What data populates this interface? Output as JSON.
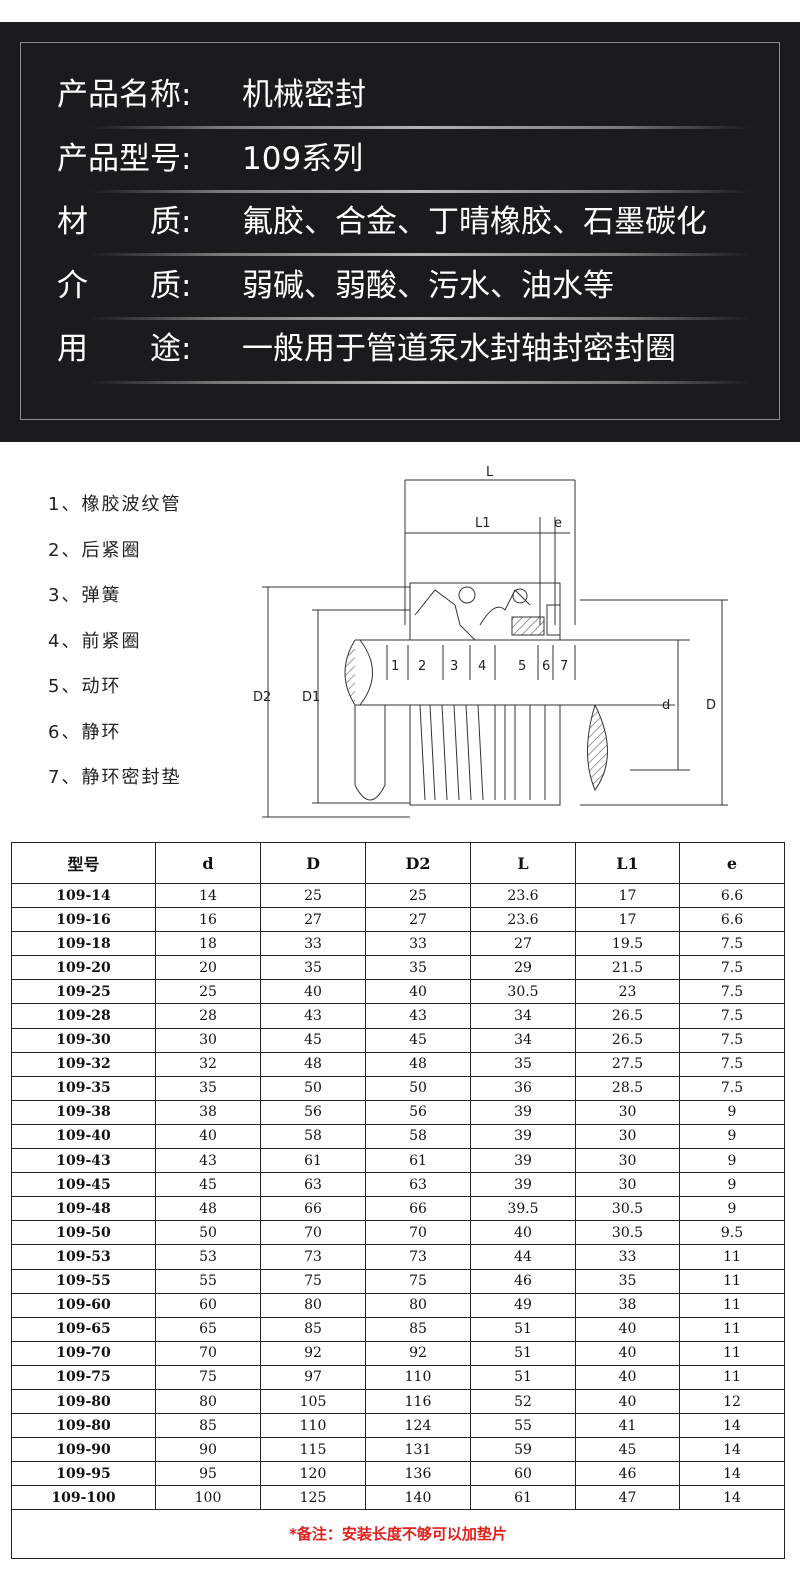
{
  "spec": {
    "rows": [
      {
        "key": "产品名称:",
        "value": "机械密封"
      },
      {
        "key": "产品型号:",
        "value": "109系列"
      },
      {
        "key": "材　　质:",
        "value": "氟胶、合金、丁晴橡胶、石墨碳化"
      },
      {
        "key": "介　　质:",
        "value": "弱碱、弱酸、污水、油水等"
      },
      {
        "key": "用　　途:",
        "value": "一般用于管道泵水封轴封密封圈"
      }
    ]
  },
  "legend": [
    "1、橡胶波纹管",
    "2、后紧圈",
    "3、弹簧",
    "4、前紧圈",
    "5、动环",
    "6、静环",
    "7、静环密封垫"
  ],
  "drawing": {
    "top_label": "L",
    "l1_label": "L1",
    "e_label": "e",
    "d2_label": "D2",
    "d1_label": "D1",
    "d_label": "d",
    "D_label": "D",
    "part_numbers": [
      "1",
      "2",
      "3",
      "4",
      "5",
      "6",
      "7"
    ]
  },
  "table": {
    "headers": [
      "型号",
      "d",
      "D",
      "D2",
      "L",
      "L1",
      "e"
    ],
    "rows": [
      [
        "109-14",
        "14",
        "25",
        "25",
        "23.6",
        "17",
        "6.6"
      ],
      [
        "109-16",
        "16",
        "27",
        "27",
        "23.6",
        "17",
        "6.6"
      ],
      [
        "109-18",
        "18",
        "33",
        "33",
        "27",
        "19.5",
        "7.5"
      ],
      [
        "109-20",
        "20",
        "35",
        "35",
        "29",
        "21.5",
        "7.5"
      ],
      [
        "109-25",
        "25",
        "40",
        "40",
        "30.5",
        "23",
        "7.5"
      ],
      [
        "109-28",
        "28",
        "43",
        "43",
        "34",
        "26.5",
        "7.5"
      ],
      [
        "109-30",
        "30",
        "45",
        "45",
        "34",
        "26.5",
        "7.5"
      ],
      [
        "109-32",
        "32",
        "48",
        "48",
        "35",
        "27.5",
        "7.5"
      ],
      [
        "109-35",
        "35",
        "50",
        "50",
        "36",
        "28.5",
        "7.5"
      ],
      [
        "109-38",
        "38",
        "56",
        "56",
        "39",
        "30",
        "9"
      ],
      [
        "109-40",
        "40",
        "58",
        "58",
        "39",
        "30",
        "9"
      ],
      [
        "109-43",
        "43",
        "61",
        "61",
        "39",
        "30",
        "9"
      ],
      [
        "109-45",
        "45",
        "63",
        "63",
        "39",
        "30",
        "9"
      ],
      [
        "109-48",
        "48",
        "66",
        "66",
        "39.5",
        "30.5",
        "9"
      ],
      [
        "109-50",
        "50",
        "70",
        "70",
        "40",
        "30.5",
        "9.5"
      ],
      [
        "109-53",
        "53",
        "73",
        "73",
        "44",
        "33",
        "11"
      ],
      [
        "109-55",
        "55",
        "75",
        "75",
        "46",
        "35",
        "11"
      ],
      [
        "109-60",
        "60",
        "80",
        "80",
        "49",
        "38",
        "11"
      ],
      [
        "109-65",
        "65",
        "85",
        "85",
        "51",
        "40",
        "11"
      ],
      [
        "109-70",
        "70",
        "92",
        "92",
        "51",
        "40",
        "11"
      ],
      [
        "109-75",
        "75",
        "97",
        "110",
        "51",
        "40",
        "11"
      ],
      [
        "109-80",
        "80",
        "105",
        "116",
        "52",
        "40",
        "12"
      ],
      [
        "109-80",
        "85",
        "110",
        "124",
        "55",
        "41",
        "14"
      ],
      [
        "109-90",
        "90",
        "115",
        "131",
        "59",
        "45",
        "14"
      ],
      [
        "109-95",
        "95",
        "120",
        "136",
        "60",
        "46",
        "14"
      ],
      [
        "109-100",
        "100",
        "125",
        "140",
        "61",
        "47",
        "14"
      ]
    ],
    "note": "*备注：安装长度不够可以加垫片"
  },
  "colors": {
    "hero_bg": "#1b1b1d",
    "note_red": "#e0201a"
  }
}
